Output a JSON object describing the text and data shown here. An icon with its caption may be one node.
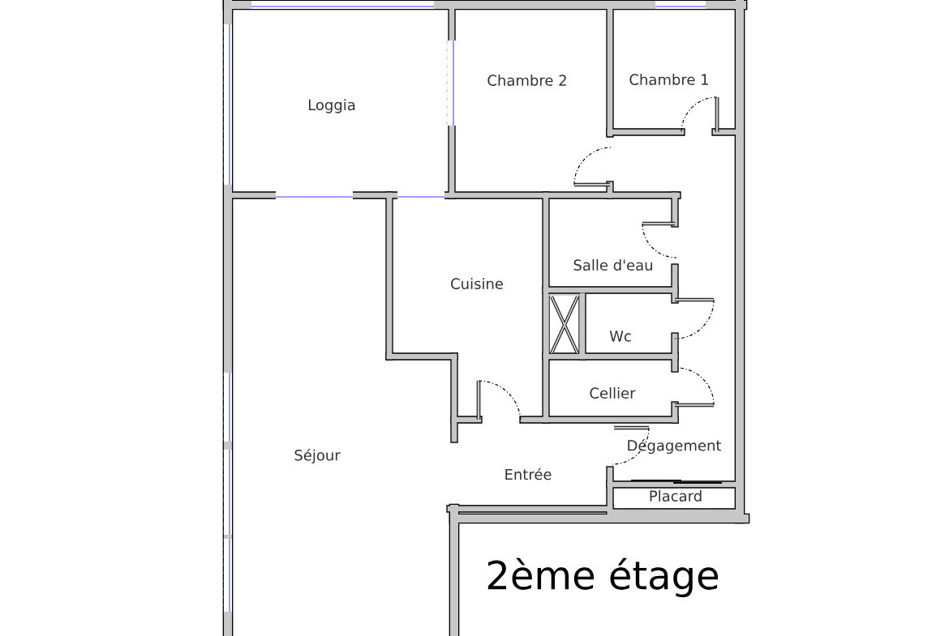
{
  "diagram": {
    "title": "2ème étage",
    "labels": [
      "Chambre 2",
      "Chambre 1",
      "Loggia",
      "Salle d'eau",
      "Cuisine",
      "Wc",
      "Cellier",
      "Dégagement",
      "Séjour",
      "Entrée",
      "Placard"
    ]
  }
}
